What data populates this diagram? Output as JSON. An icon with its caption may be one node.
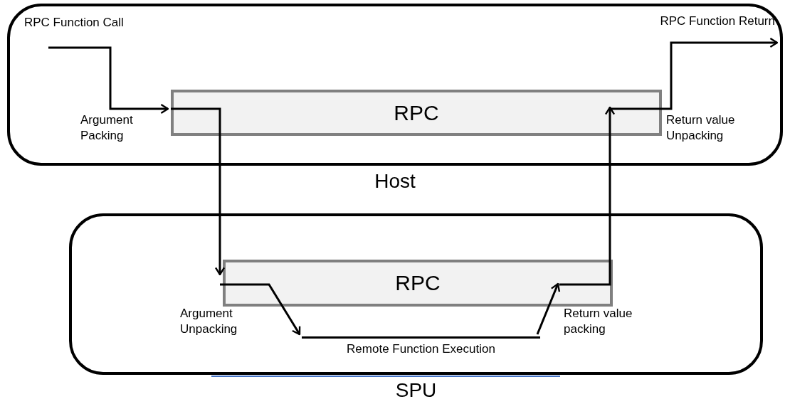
{
  "diagram": {
    "nodes": [
      {
        "text": [
          "Host"
        ]
      },
      {
        "text": [
          "RPC"
        ],
        "in": 0
      },
      {
        "text": [
          "SPU"
        ]
      },
      {
        "text": [
          "RPC"
        ],
        "in": 2
      },
      {
        "text": [
          "RPC Function Call"
        ],
        "in": 0
      },
      {
        "text": [
          "Remote Function Execution"
        ],
        "in": 2
      },
      {
        "text": [
          "RPC Function Return"
        ],
        "in": 0
      }
    ],
    "edges": [
      {
        "from": 4,
        "to": 1,
        "arrow": "to"
      },
      {
        "from": 1,
        "to": 3,
        "arrow": "to"
      },
      {
        "from": 3,
        "to": 5,
        "arrow": "to"
      },
      {
        "from": 5,
        "to": 3,
        "arrow": "to"
      },
      {
        "from": 3,
        "to": 1,
        "arrow": "to"
      },
      {
        "from": 1,
        "to": 6,
        "arrow": "to"
      }
    ],
    "labels": [
      "Argument Packing",
      "Return value Unpacking",
      "Argument Unpacking",
      "Return value packing"
    ]
  }
}
